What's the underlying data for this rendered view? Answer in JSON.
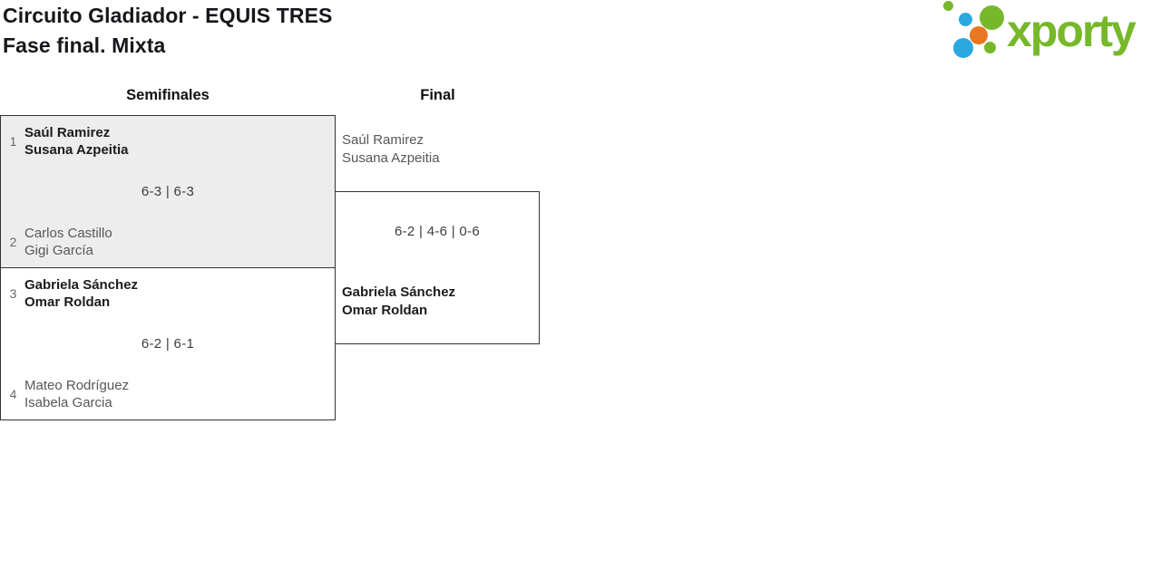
{
  "page": {
    "title": "Circuito Gladiador - EQUIS TRES",
    "subtitle": "Fase final. Mixta"
  },
  "logo": {
    "text": "xporty",
    "colors": {
      "green": "#76b82a",
      "blue": "#2aa9e0",
      "orange": "#e87722"
    }
  },
  "bracket": {
    "highlight_bg": "#ededed",
    "border_color": "#333333",
    "rounds": [
      {
        "name": "Semifinales",
        "matches": [
          {
            "score": "6-3 | 6-3",
            "teams": [
              {
                "seed": "1",
                "players": [
                  "Saúl Ramirez",
                  "Susana Azpeitia"
                ],
                "winner": true
              },
              {
                "seed": "2",
                "players": [
                  "Carlos Castillo",
                  "Gigi García"
                ],
                "winner": false
              }
            ]
          },
          {
            "score": "6-2 | 6-1",
            "teams": [
              {
                "seed": "3",
                "players": [
                  "Gabriela Sánchez",
                  "Omar Roldan"
                ],
                "winner": true
              },
              {
                "seed": "4",
                "players": [
                  "Mateo Rodríguez",
                  "Isabela Garcia"
                ],
                "winner": false
              }
            ]
          }
        ]
      },
      {
        "name": "Final",
        "matches": [
          {
            "score": "6-2 | 4-6 | 0-6",
            "teams": [
              {
                "players": [
                  "Saúl Ramirez",
                  "Susana Azpeitia"
                ],
                "winner": false
              },
              {
                "players": [
                  "Gabriela Sánchez",
                  "Omar Roldan"
                ],
                "winner": true
              }
            ]
          }
        ]
      }
    ]
  }
}
